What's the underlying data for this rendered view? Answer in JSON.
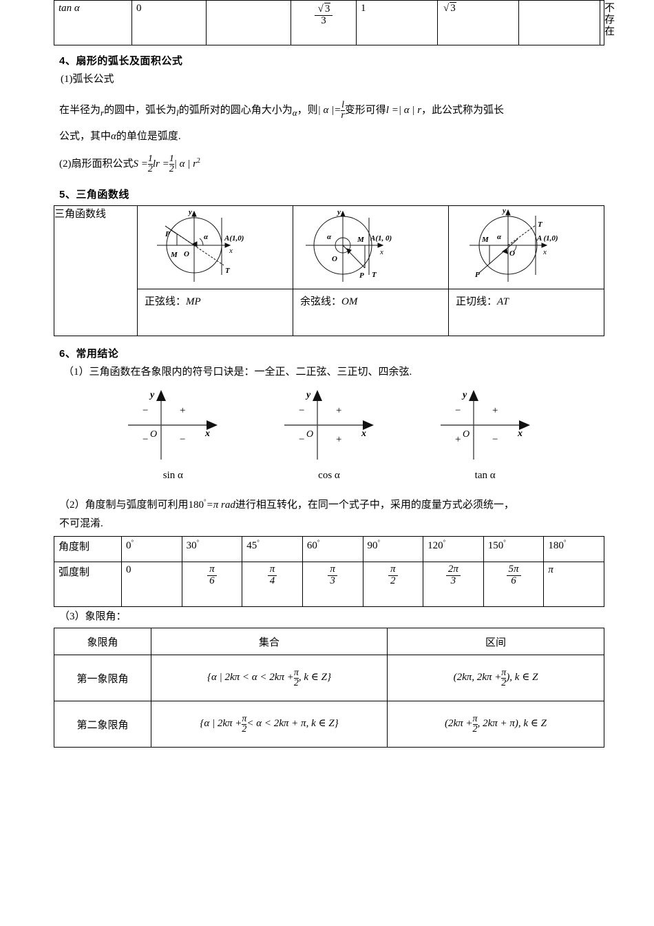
{
  "tan_table": {
    "row_label": "tan α",
    "cells": [
      "0",
      "",
      "√3/3",
      "1",
      "√3",
      "",
      "不存在"
    ],
    "frac_num": "3",
    "frac_den": "3",
    "sqrt3": "3",
    "one": "1",
    "zero": "0",
    "undefined_label": "不存在"
  },
  "section4": {
    "heading": "4、扇形的弧长及面积公式",
    "sub1": "(1)弧长公式",
    "line1_a": "在半径为",
    "line1_r": "r",
    "line1_b": "的圆中，弧长为",
    "line1_l": "l",
    "line1_c": "的弧所对的圆心角大小为",
    "line1_alpha": "α",
    "line1_d": "，则",
    "line1_abs": "| α |=",
    "frac_num": "l",
    "frac_den": "r",
    "line1_e": "变形可得",
    "line1_f": "l =| α | r",
    "line1_g": "，此公式称为弧长",
    "line2_a": "公式，其中",
    "line2_alpha": "α",
    "line2_b": "的单位是弧度.",
    "sub2_label": "(2)扇形面积公式",
    "sub2_formula_S": "S =",
    "sub2_half1_num": "1",
    "sub2_half1_den": "2",
    "sub2_lr": "lr =",
    "sub2_half2_num": "1",
    "sub2_half2_den": "2",
    "sub2_tail": "| α | r",
    "sub2_sup": "2"
  },
  "section5": {
    "heading": "5、三角函数线",
    "row_label": "三角函数线",
    "figures": [
      {
        "name": "unit-circle-sine",
        "labels": {
          "y": "y",
          "x": "x",
          "O": "O",
          "P": "P",
          "M": "M",
          "T": "T",
          "alpha": "α",
          "A": "A(1,0)"
        },
        "caption_prefix": "正弦线：",
        "caption_segment": "MP"
      },
      {
        "name": "unit-circle-cosine",
        "labels": {
          "y": "y",
          "x": "x",
          "O": "O",
          "P": "P",
          "M": "M",
          "T": "T",
          "alpha": "α",
          "A": "A(1, 0)"
        },
        "caption_prefix": "余弦线：",
        "caption_segment": "OM"
      },
      {
        "name": "unit-circle-tangent",
        "labels": {
          "y": "y",
          "x": "x",
          "O": "O",
          "P": "P",
          "M": "M",
          "T": "T",
          "alpha": "α",
          "A": "A (1,0)"
        },
        "caption_prefix": "正切线：",
        "caption_segment": "AT"
      }
    ]
  },
  "section6": {
    "heading": "6、常用结论",
    "item1": "（1）三角函数在各象限内的符号口诀是：一全正、二正弦、三正切、四余弦.",
    "sign_figures": [
      {
        "caption": "sin α",
        "q1": "+",
        "q2": "+",
        "q3": "−",
        "q4": "−",
        "y": "y",
        "x": "x",
        "O": "O"
      },
      {
        "caption": "cos α",
        "q1": "+",
        "q2": "−",
        "q3": "−",
        "q4": "+",
        "y": "y",
        "x": "x",
        "O": "O"
      },
      {
        "caption": "tan α",
        "q1": "+",
        "q2": "−",
        "q3": "+",
        "q4": "−",
        "y": "y",
        "x": "x",
        "O": "O"
      }
    ],
    "item2_a": "（2）角度制与弧度制可利用",
    "item2_180": "180",
    "item2_deg": "°",
    "item2_b": "=π rad",
    "item2_c": "进行相互转化，在同一个式子中，采用的度量方式必须统一，",
    "item2_d": "不可混淆.",
    "item3": "（3）象限角："
  },
  "degree_table": {
    "row1_label": "角度制",
    "row2_label": "弧度制",
    "degrees": [
      "0",
      "30",
      "45",
      "60",
      "90",
      "120",
      "150",
      "180"
    ],
    "degree_symbol": "°",
    "radians": [
      {
        "type": "plain",
        "text": "0"
      },
      {
        "type": "frac",
        "num": "π",
        "den": "6"
      },
      {
        "type": "frac",
        "num": "π",
        "den": "4"
      },
      {
        "type": "frac",
        "num": "π",
        "den": "3"
      },
      {
        "type": "frac",
        "num": "π",
        "den": "2"
      },
      {
        "type": "frac",
        "num": "2π",
        "den": "3"
      },
      {
        "type": "frac",
        "num": "5π",
        "den": "6"
      },
      {
        "type": "plain",
        "text": "π"
      }
    ]
  },
  "quad_table": {
    "headers": [
      "象限角",
      "集合",
      "区间"
    ],
    "rows": [
      {
        "name": "第一象限角",
        "set_pre": "{α | 2kπ < α < 2kπ +",
        "set_num": "π",
        "set_den": "2",
        "set_post": ", k ∈ Z}",
        "int_pre": "(2kπ, 2kπ +",
        "int_num": "π",
        "int_den": "2",
        "int_post": "), k ∈ Z"
      },
      {
        "name": "第二象限角",
        "set_pre": "{α | 2kπ +",
        "set_num": "π",
        "set_den": "2",
        "set_post": "< α < 2kπ + π, k ∈ Z}",
        "int_pre": "(2kπ +",
        "int_num": "π",
        "int_den": "2",
        "int_post": ", 2kπ + π), k ∈ Z"
      }
    ]
  }
}
